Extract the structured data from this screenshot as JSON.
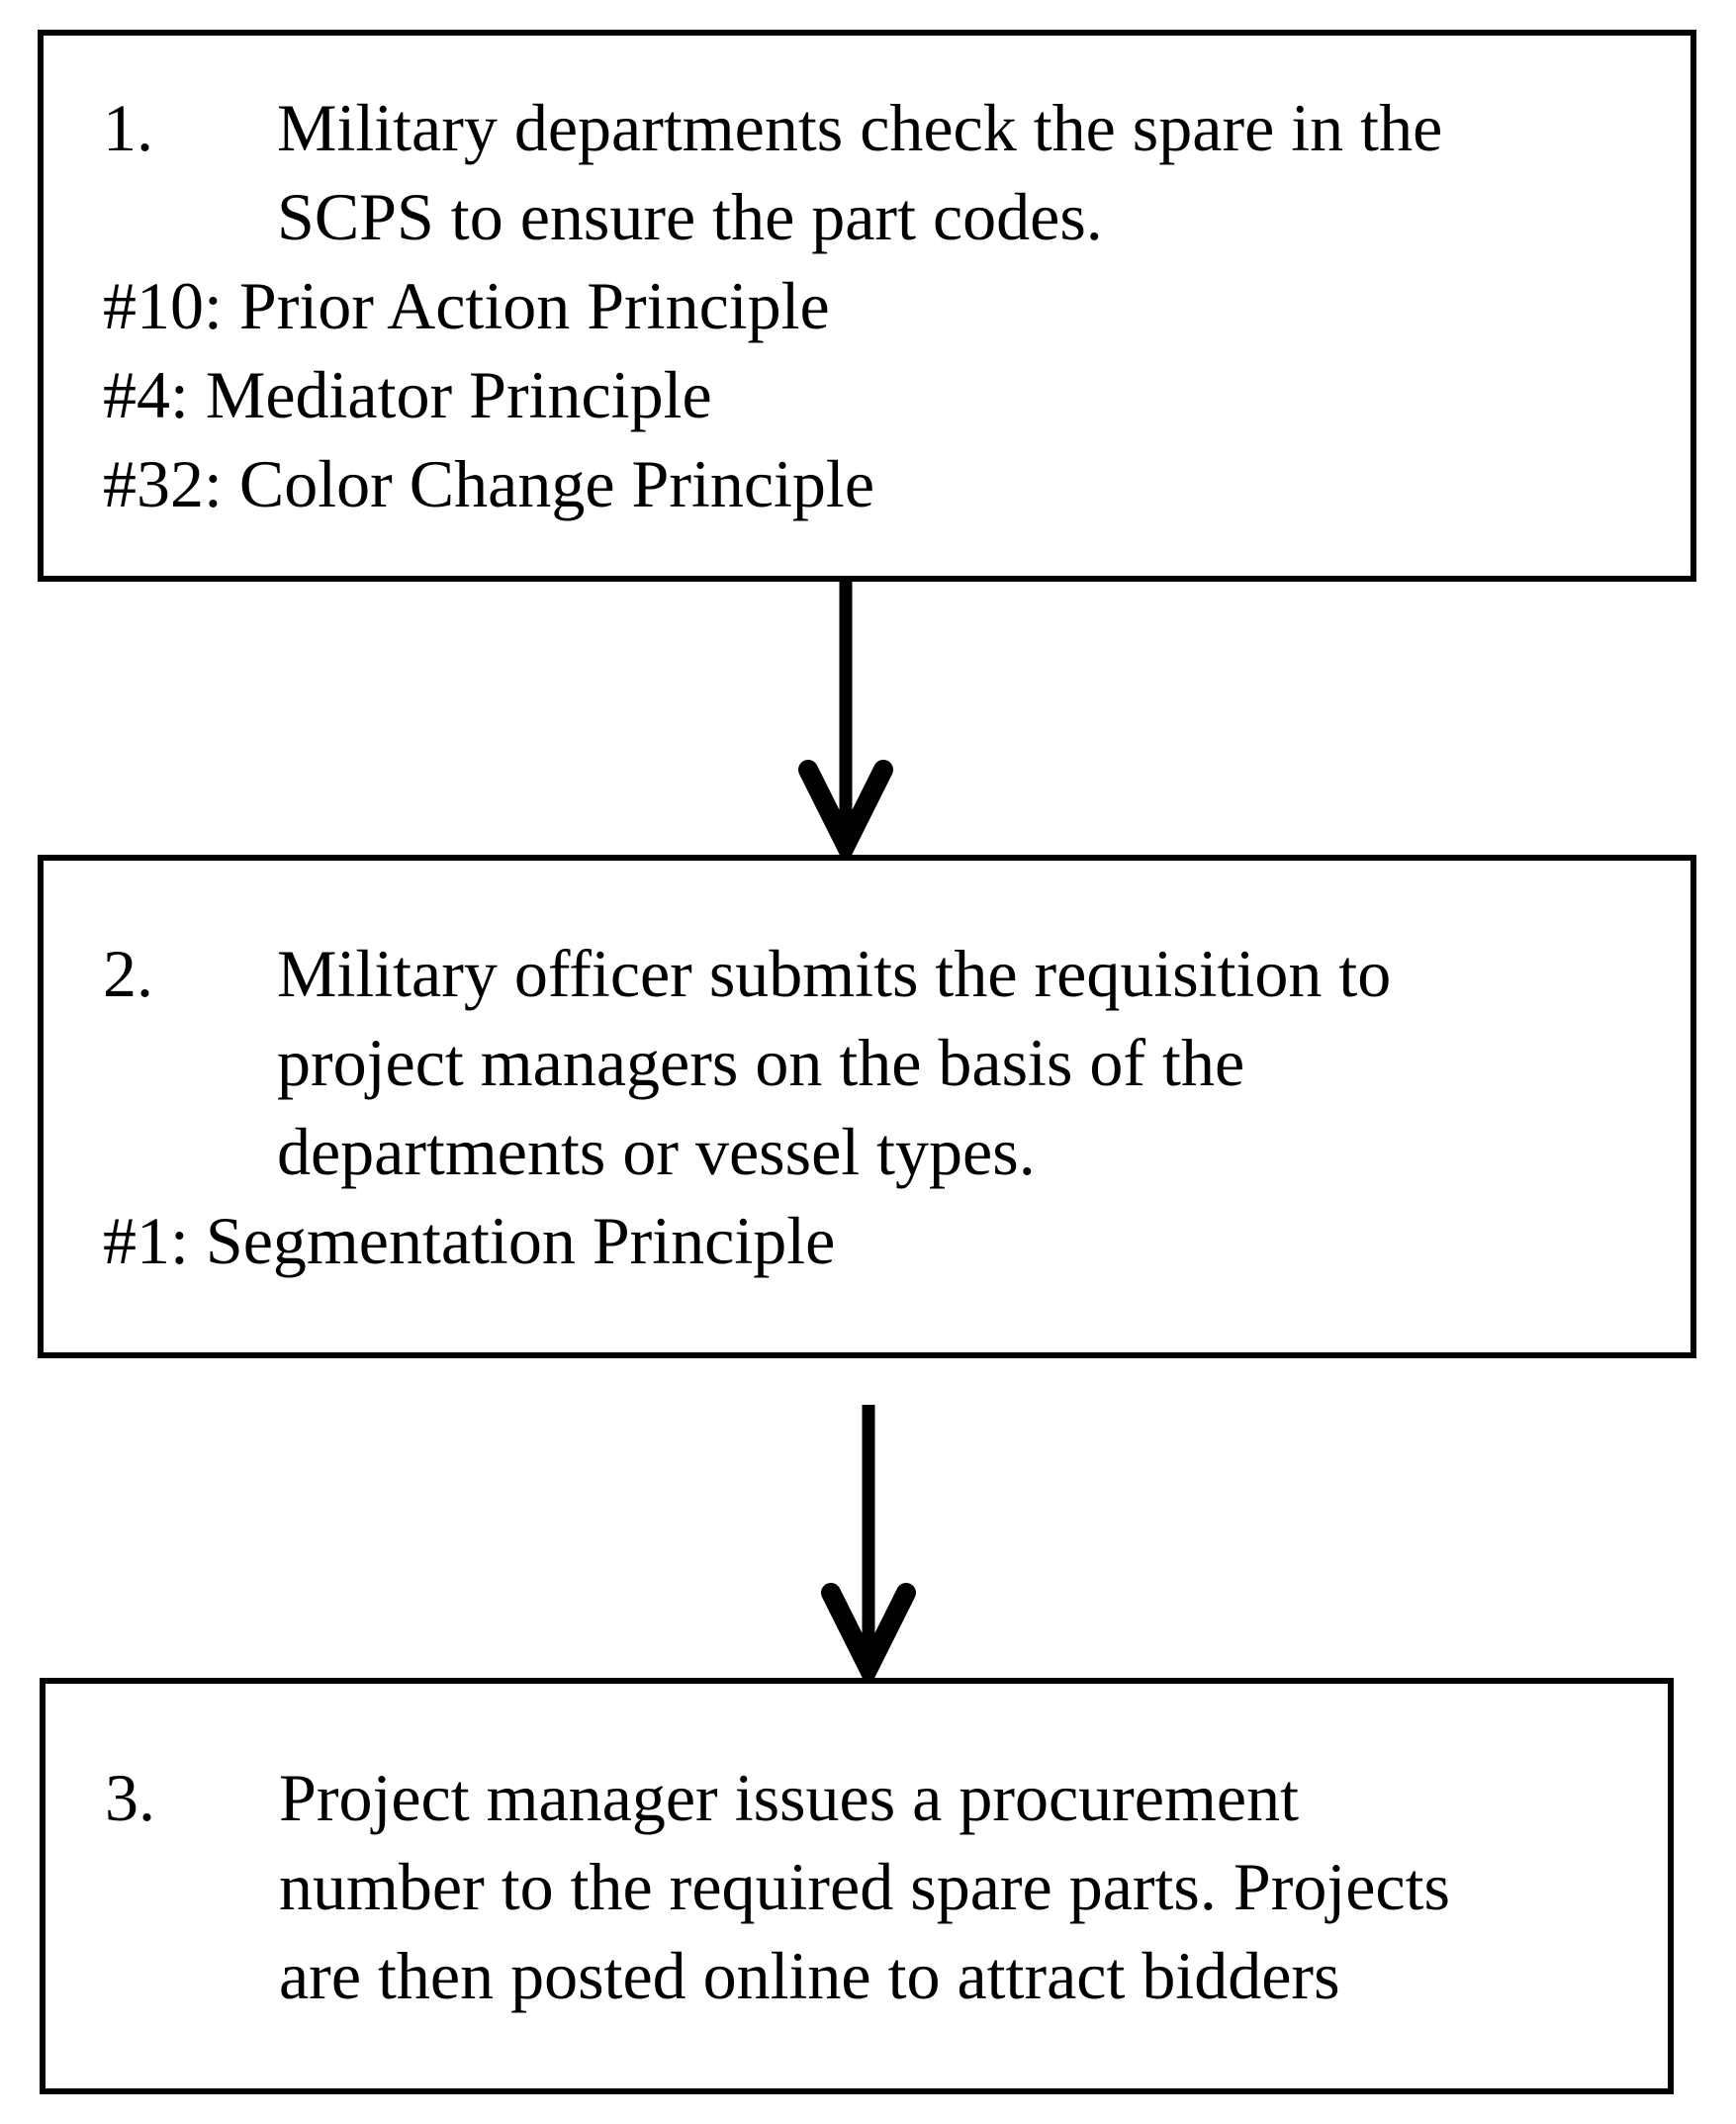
{
  "figure": {
    "background": "#ffffff",
    "line_color": "#000000"
  },
  "steps": [
    {
      "number": "1.",
      "lines": [
        "Military departments check the spare in the",
        "SCPS to ensure the part codes."
      ],
      "principles": [
        "#10: Prior Action Principle",
        "#4: Mediator Principle",
        "#32: Color Change Principle"
      ]
    },
    {
      "number": "2.",
      "lines": [
        "Military officer submits the requisition to",
        "project managers on the basis of the",
        "departments or vessel types."
      ],
      "principles": [
        "#1: Segmentation Principle"
      ]
    },
    {
      "number": "3.",
      "lines": [
        "Project manager issues a procurement",
        "number to the required spare parts. Projects",
        "are then posted online to attract bidders"
      ],
      "principles": []
    }
  ],
  "connectors": [
    {
      "name": "arrow-1",
      "direction": "down"
    },
    {
      "name": "arrow-2",
      "direction": "down"
    }
  ]
}
